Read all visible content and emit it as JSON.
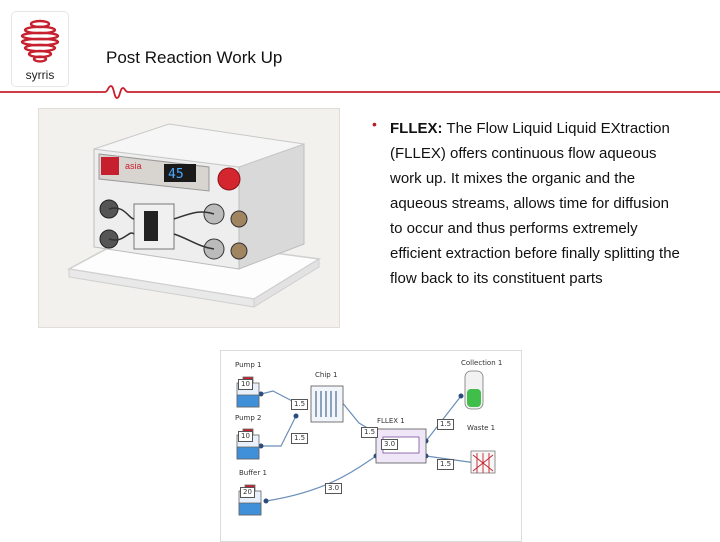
{
  "logo": {
    "text": "syrris",
    "color": "#c6202e"
  },
  "header": {
    "title": "Post Reaction Work Up",
    "accent": "#c6202e"
  },
  "photo": {
    "device_panel_text": "asia",
    "display_value": "45",
    "accent": "#c6202e"
  },
  "bullet": {
    "term": "FLLEX:",
    "body": "The Flow Liquid Liquid EXtraction (FLLEX) offers continuous flow aqueous work up.  It mixes the organic and the aqueous streams, allows time for diffusion to occur and thus performs extremely efficient extraction before finally splitting the flow back to its constituent parts"
  },
  "diagram": {
    "nodes": {
      "pump1": "Pump 1",
      "pump2": "Pump 2",
      "buffer1": "Buffer 1",
      "chip1": "Chip 1",
      "fllex1": "FLLEX 1",
      "collection1": "Collection 1",
      "waste1": "Waste 1"
    },
    "tags": {
      "pump1_vol": "10",
      "pump2_vol": "10",
      "buffer1_vol": "20",
      "chip_in1": "1.5",
      "chip_in2": "1.5",
      "fllex_in": "1.5",
      "fllex_in2": "3.0",
      "buffer_flow": "3.0",
      "collection_flow": "1.5",
      "waste_flow": "1.5"
    }
  }
}
